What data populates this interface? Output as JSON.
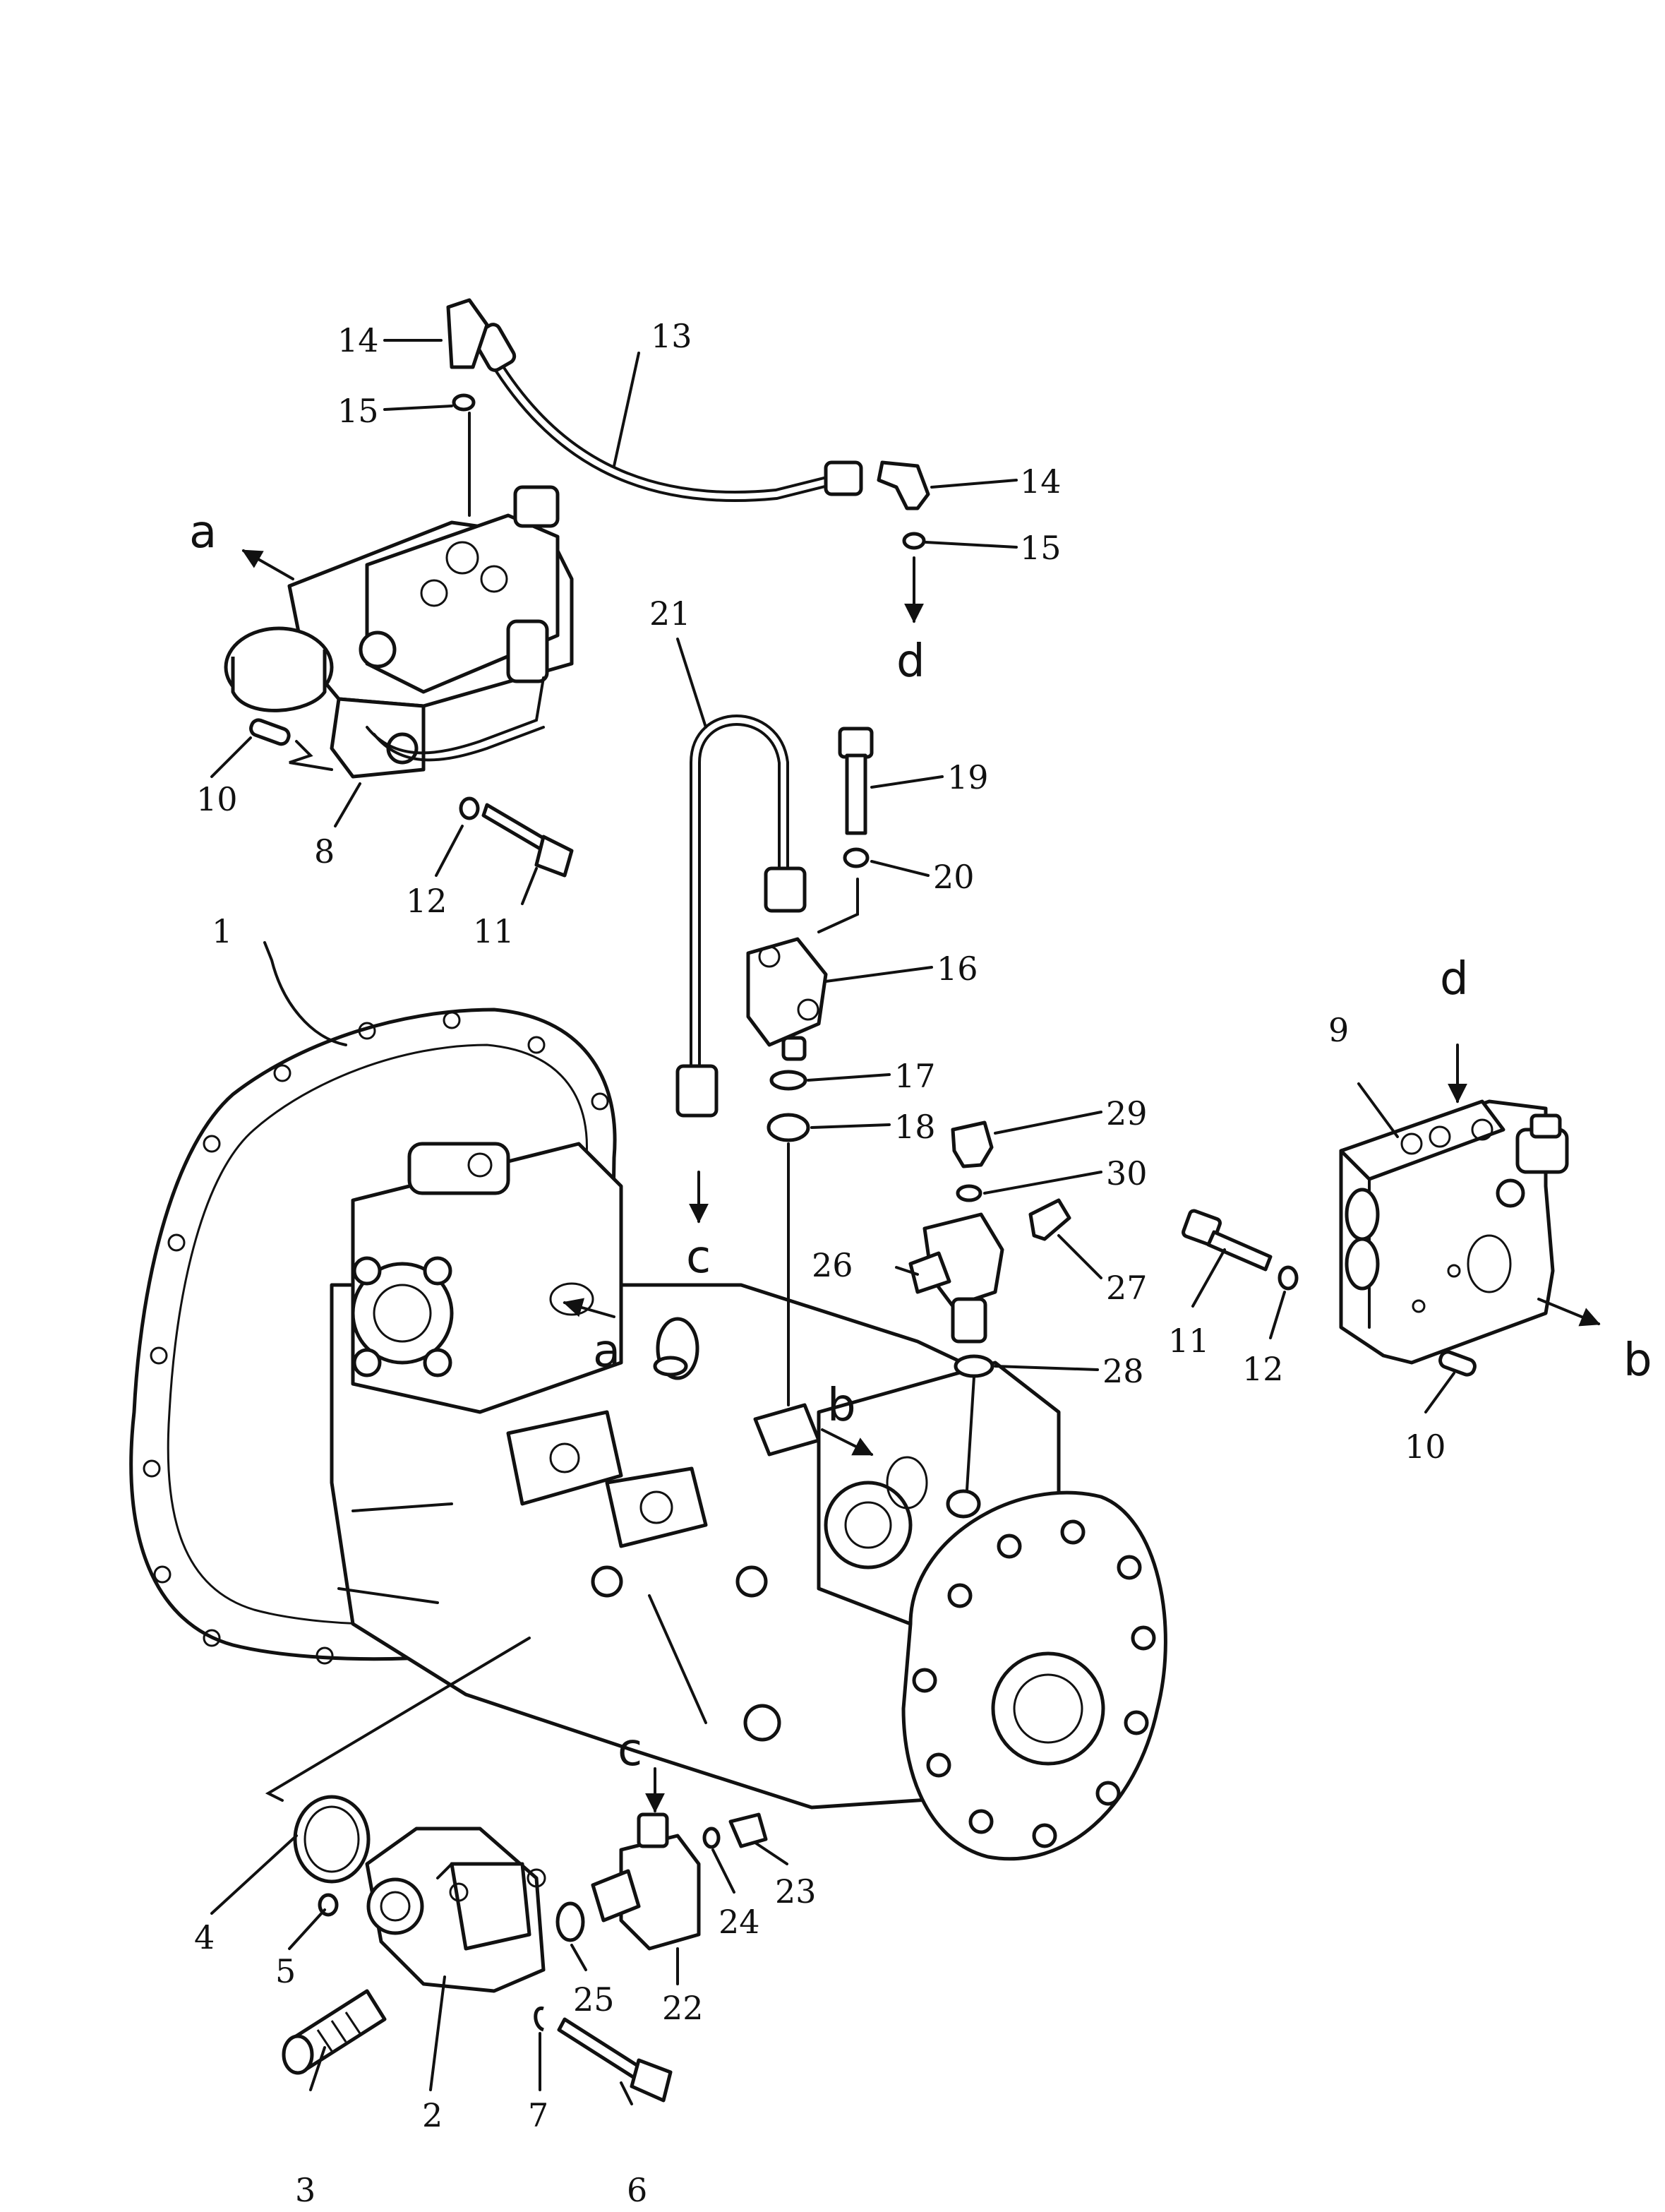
{
  "labels": {
    "l1": "1",
    "l2": "2",
    "l3": "3",
    "l4": "4",
    "l5": "5",
    "l6": "6",
    "l7": "7",
    "l8": "8",
    "l9": "9",
    "l10a": "10",
    "l10b": "10",
    "l11a": "11",
    "l11b": "11",
    "l12a": "12",
    "l12b": "12",
    "l13": "13",
    "l14a": "14",
    "l14b": "14",
    "l15a": "15",
    "l15b": "15",
    "l16": "16",
    "l17": "17",
    "l18": "18",
    "l19": "19",
    "l20": "20",
    "l21": "21",
    "l22": "22",
    "l23": "23",
    "l24": "24",
    "l25": "25",
    "l26": "26",
    "l27": "27",
    "l28": "28",
    "l29": "29",
    "l30": "30"
  },
  "letters": {
    "a1": "a",
    "a2": "a",
    "b1": "b",
    "b2": "b",
    "c1": "c",
    "c2": "c",
    "d1": "d",
    "d2": "d"
  }
}
